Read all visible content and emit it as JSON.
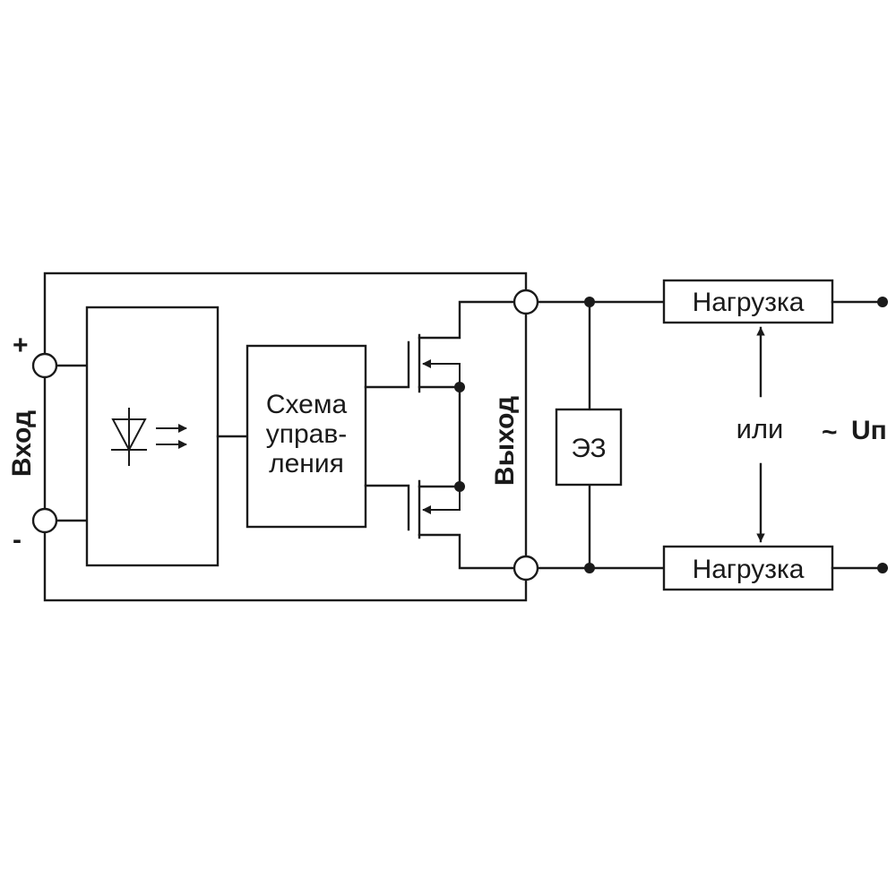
{
  "input": {
    "label": "Вход",
    "plus": "+",
    "minus": "-"
  },
  "control_block": {
    "line1": "Схема",
    "line2": "управ-",
    "line3": "ления"
  },
  "output": {
    "label": "Выход"
  },
  "protection": {
    "label": "ЭЗ"
  },
  "loads": {
    "top": "Нагрузка",
    "bottom": "Нагрузка",
    "or": "или"
  },
  "supply": {
    "symbol": "~",
    "label": "Uп"
  }
}
